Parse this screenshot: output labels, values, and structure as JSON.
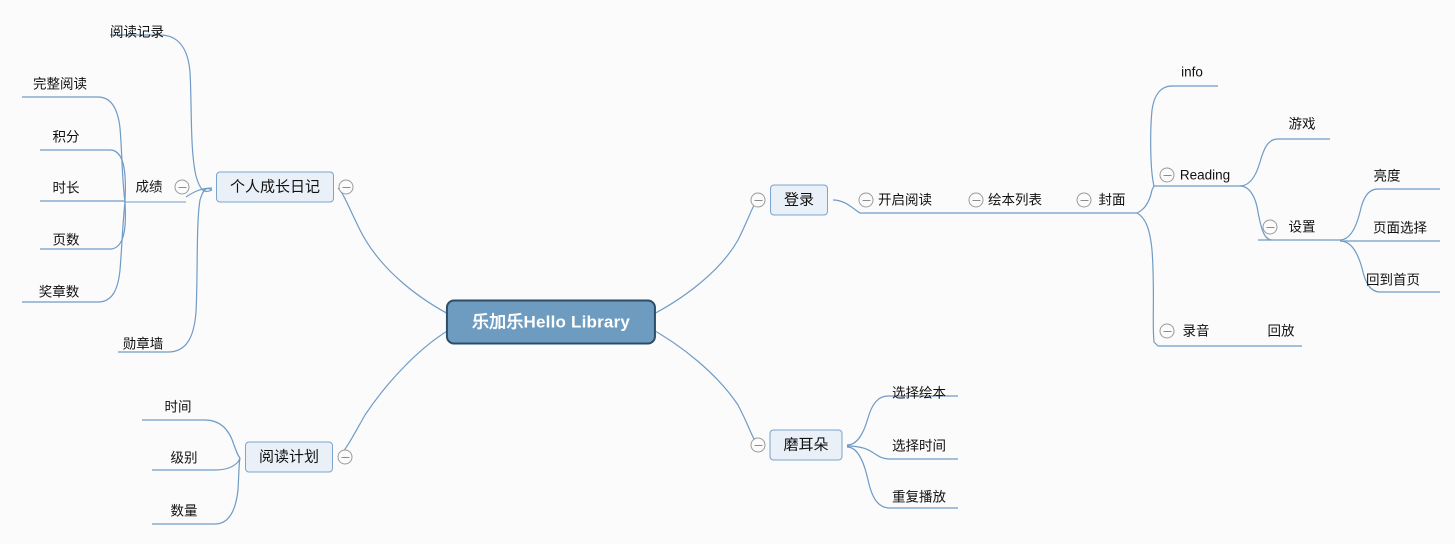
{
  "diagram": {
    "type": "mind-map",
    "title": "乐加乐Hello Library",
    "background_color": "#fbfbfb",
    "edge_color": "#6f9bc6",
    "root_fill": "#6d9cc0",
    "root_border": "#2d4d66",
    "node_fill": "#eaf0f7",
    "node_border": "#7ba3cf",
    "toggle_symbol": "minus-circle"
  },
  "root": {
    "label": "乐加乐Hello Library"
  },
  "nodes": {
    "growth_diary": "个人成长日记",
    "achievement": "成绩",
    "reading_record": "阅读记录",
    "complete_reading": "完整阅读",
    "points": "积分",
    "duration": "时长",
    "pages": "页数",
    "medal_count": "奖章数",
    "medal_wall": "勋章墙",
    "reading_plan": "阅读计划",
    "plan_time": "时间",
    "plan_level": "级别",
    "plan_quantity": "数量",
    "login": "登录",
    "start_reading": "开启阅读",
    "book_list": "绘本列表",
    "cover": "封面",
    "info": "info",
    "reading": "Reading",
    "game": "游戏",
    "settings": "设置",
    "brightness": "亮度",
    "page_select": "页面选择",
    "back_home": "回到首页",
    "recording": "录音",
    "playback": "回放",
    "ear_training": "磨耳朵",
    "choose_book": "选择绘本",
    "choose_time": "选择时间",
    "repeat_play": "重复播放"
  }
}
